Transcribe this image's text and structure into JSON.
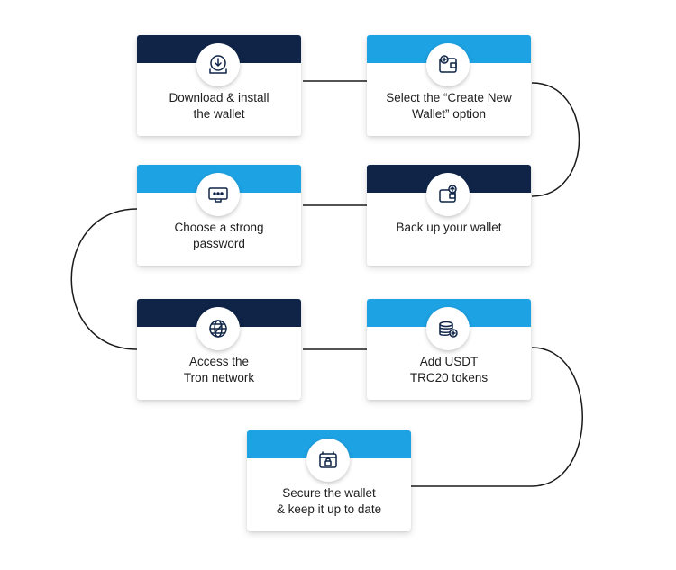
{
  "steps": [
    {
      "label": "Download & install\nthe wallet",
      "icon": "download-icon",
      "theme": "dark"
    },
    {
      "label": "Select the “Create New\nWallet” option",
      "icon": "wallet-add-icon",
      "theme": "light"
    },
    {
      "label": "Choose a strong\npassword",
      "icon": "password-icon",
      "theme": "light"
    },
    {
      "label": "Back up your wallet",
      "icon": "wallet-backup-icon",
      "theme": "dark"
    },
    {
      "label": "Access the\nTron network",
      "icon": "network-globe-icon",
      "theme": "dark"
    },
    {
      "label": "Add USDT\nTRC20 tokens",
      "icon": "coins-add-icon",
      "theme": "light"
    },
    {
      "label": "Secure the wallet\n& keep it up to date",
      "icon": "secure-wallet-icon",
      "theme": "light"
    }
  ],
  "colors": {
    "dark_header": "#0f2447",
    "light_header": "#1da2e3",
    "connector": "#1a1a1a",
    "icon_stroke": "#0f2447"
  }
}
